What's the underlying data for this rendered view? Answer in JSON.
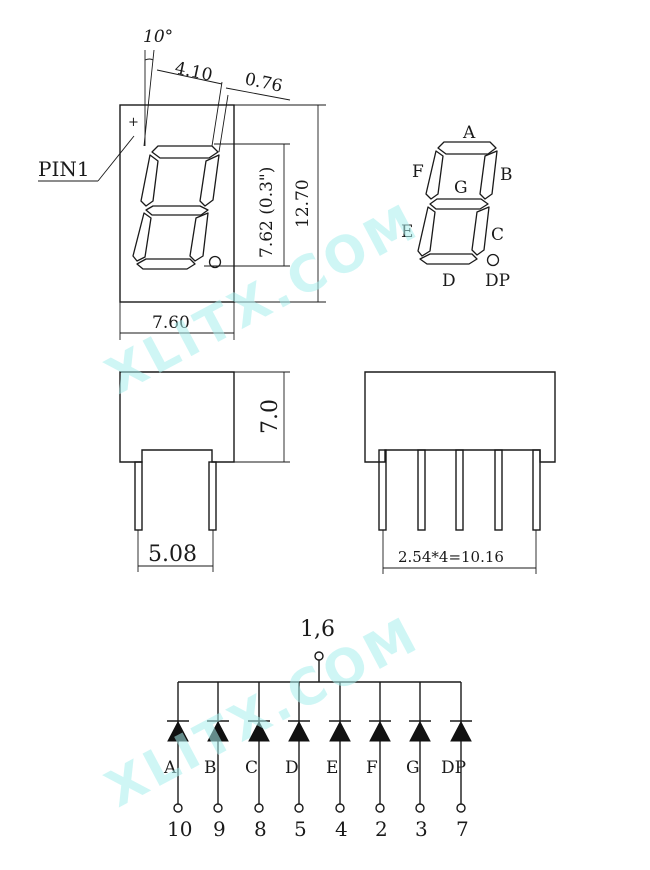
{
  "front_view": {
    "angle": "10°",
    "dim_segment_width": "4.10",
    "dim_stroke": "0.76",
    "dim_digit_height": "7.62 (0.3\")",
    "dim_body_height": "12.70",
    "dim_body_width": "7.60",
    "pin1_label": "PIN1",
    "pin1_mark": "+"
  },
  "segment_map": {
    "labels": [
      "A",
      "B",
      "C",
      "D",
      "E",
      "F",
      "G",
      "DP"
    ]
  },
  "side_view": {
    "dim_height": "7.0",
    "dim_pin_spacing": "5.08"
  },
  "bottom_view": {
    "dim_pin_pitch": "2.54*4=10.16"
  },
  "schematic": {
    "common_pins": "1,6",
    "channels": [
      {
        "segment": "A",
        "pin": "10"
      },
      {
        "segment": "B",
        "pin": "9"
      },
      {
        "segment": "C",
        "pin": "8"
      },
      {
        "segment": "D",
        "pin": "5"
      },
      {
        "segment": "E",
        "pin": "4"
      },
      {
        "segment": "F",
        "pin": "2"
      },
      {
        "segment": "G",
        "pin": "3"
      },
      {
        "segment": "DP",
        "pin": "7"
      }
    ]
  },
  "watermark": "XLITX.COM"
}
